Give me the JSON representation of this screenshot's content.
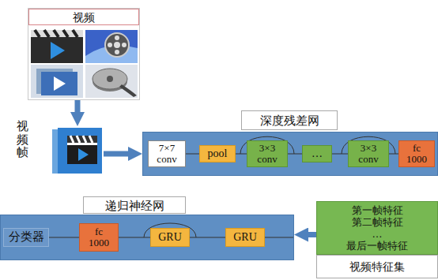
{
  "diagram": {
    "nodes": [
      {
        "text": [
          "视频"
        ]
      },
      {
        "text": [
          "视频帧"
        ]
      },
      {
        "text": [
          "深度残差网"
        ]
      },
      {
        "text": [
          "7×7 conv"
        ],
        "in": 2
      },
      {
        "text": [
          "pool"
        ],
        "in": 2
      },
      {
        "text": [
          "3×3 conv"
        ],
        "in": 2
      },
      {
        "text": [
          "…"
        ],
        "in": 2
      },
      {
        "text": [
          "3×3 conv"
        ],
        "in": 2
      },
      {
        "text": [
          "fc 1000"
        ],
        "in": 2
      },
      {
        "text": [
          "第一帧特征",
          "第二帧特征",
          "…",
          "最后一帧特征",
          "视频特征集"
        ]
      },
      {
        "text": [
          "递归神经网"
        ]
      },
      {
        "text": [
          "分类器"
        ],
        "in": 10
      },
      {
        "text": [
          "fc 1000"
        ],
        "in": 10
      },
      {
        "text": [
          "GRU"
        ],
        "in": 10
      },
      {
        "text": [
          "GRU"
        ],
        "in": 10
      }
    ],
    "edges": [
      {
        "from": 0,
        "to": 1,
        "arrow": "to"
      },
      {
        "from": 1,
        "to": 2,
        "arrow": "to"
      },
      {
        "from": 3,
        "to": 4,
        "arrow": "none"
      },
      {
        "from": 4,
        "to": 5,
        "arrow": "none"
      },
      {
        "from": 5,
        "to": 6,
        "arrow": "none"
      },
      {
        "from": 6,
        "to": 7,
        "arrow": "none"
      },
      {
        "from": 7,
        "to": 8,
        "arrow": "none"
      },
      {
        "from": 9,
        "to": 10,
        "arrow": "to"
      },
      {
        "from": 11,
        "to": 12,
        "arrow": "none"
      },
      {
        "from": 12,
        "to": 13,
        "arrow": "none"
      },
      {
        "from": 13,
        "to": 14,
        "arrow": "none"
      }
    ]
  }
}
